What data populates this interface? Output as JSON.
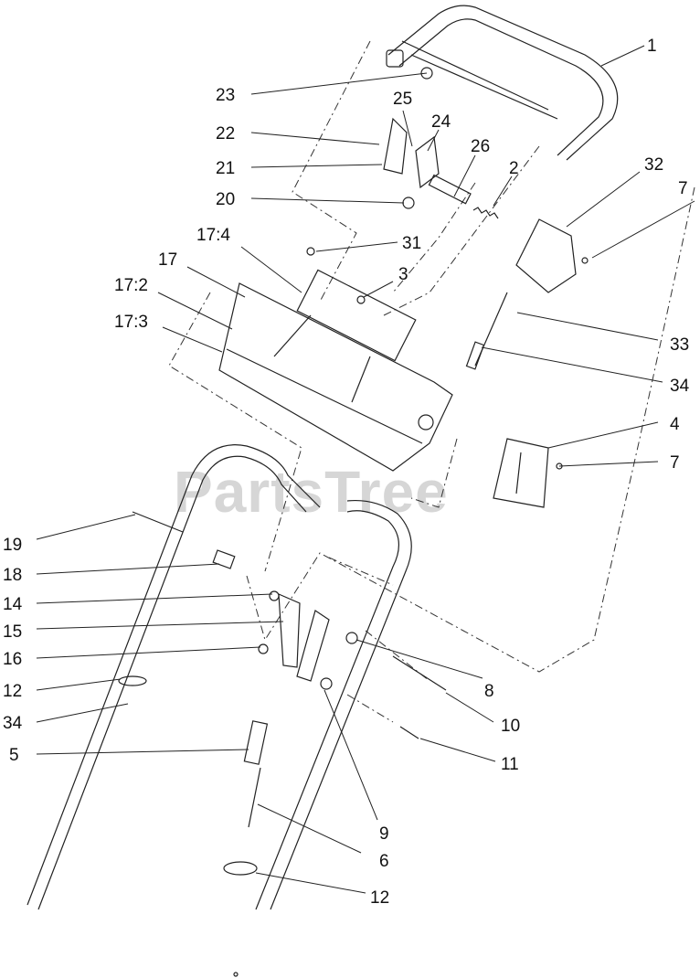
{
  "watermark": "PartsTree",
  "callouts": [
    {
      "id": "c1",
      "text": "1"
    },
    {
      "id": "c23",
      "text": "23"
    },
    {
      "id": "c25",
      "text": "25"
    },
    {
      "id": "c24",
      "text": "24"
    },
    {
      "id": "c22",
      "text": "22"
    },
    {
      "id": "c26",
      "text": "26"
    },
    {
      "id": "c21",
      "text": "21"
    },
    {
      "id": "c2",
      "text": "2"
    },
    {
      "id": "c32",
      "text": "32"
    },
    {
      "id": "c7a",
      "text": "7"
    },
    {
      "id": "c20",
      "text": "20"
    },
    {
      "id": "c17_4",
      "text": "17:4"
    },
    {
      "id": "c31",
      "text": "31"
    },
    {
      "id": "c17",
      "text": "17"
    },
    {
      "id": "c3",
      "text": "3"
    },
    {
      "id": "c17_2",
      "text": "17:2"
    },
    {
      "id": "c17_3",
      "text": "17:3"
    },
    {
      "id": "c33",
      "text": "33"
    },
    {
      "id": "c34a",
      "text": "34"
    },
    {
      "id": "c4",
      "text": "4"
    },
    {
      "id": "c7b",
      "text": "7"
    },
    {
      "id": "c19",
      "text": "19"
    },
    {
      "id": "c18",
      "text": "18"
    },
    {
      "id": "c14",
      "text": "14"
    },
    {
      "id": "c15",
      "text": "15"
    },
    {
      "id": "c16",
      "text": "16"
    },
    {
      "id": "c8",
      "text": "8"
    },
    {
      "id": "c12a",
      "text": "12"
    },
    {
      "id": "c10",
      "text": "10"
    },
    {
      "id": "c34b",
      "text": "34"
    },
    {
      "id": "c5",
      "text": "5"
    },
    {
      "id": "c11",
      "text": "11"
    },
    {
      "id": "c9",
      "text": "9"
    },
    {
      "id": "c6",
      "text": "6"
    },
    {
      "id": "c12b",
      "text": "12"
    }
  ]
}
